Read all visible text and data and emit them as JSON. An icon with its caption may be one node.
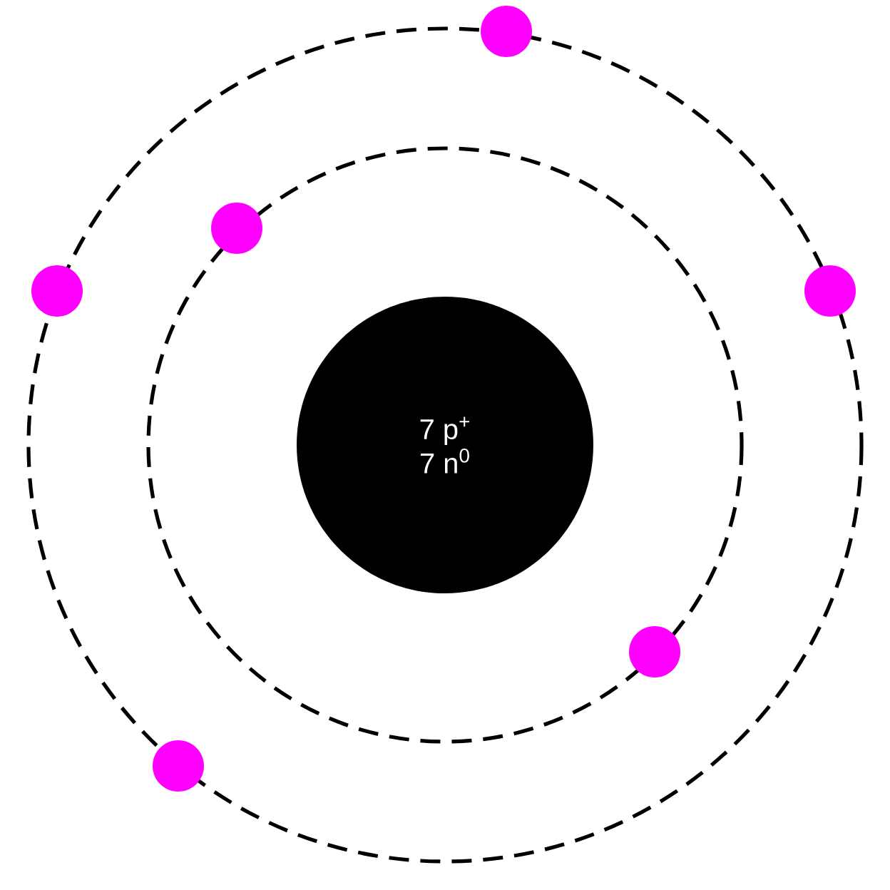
{
  "diagram": {
    "nodes": [
      {
        "text": [
          "7 p$^{+}$",
          "7 n$^{0}$"
        ]
      },
      {
        "text": [],
        "shape": "circle"
      },
      {
        "text": [],
        "shape": "circle"
      },
      {
        "text": [],
        "shape": "circle"
      },
      {
        "text": [],
        "shape": "circle"
      },
      {
        "text": [],
        "shape": "circle"
      },
      {
        "text": [],
        "shape": "circle"
      }
    ]
  }
}
